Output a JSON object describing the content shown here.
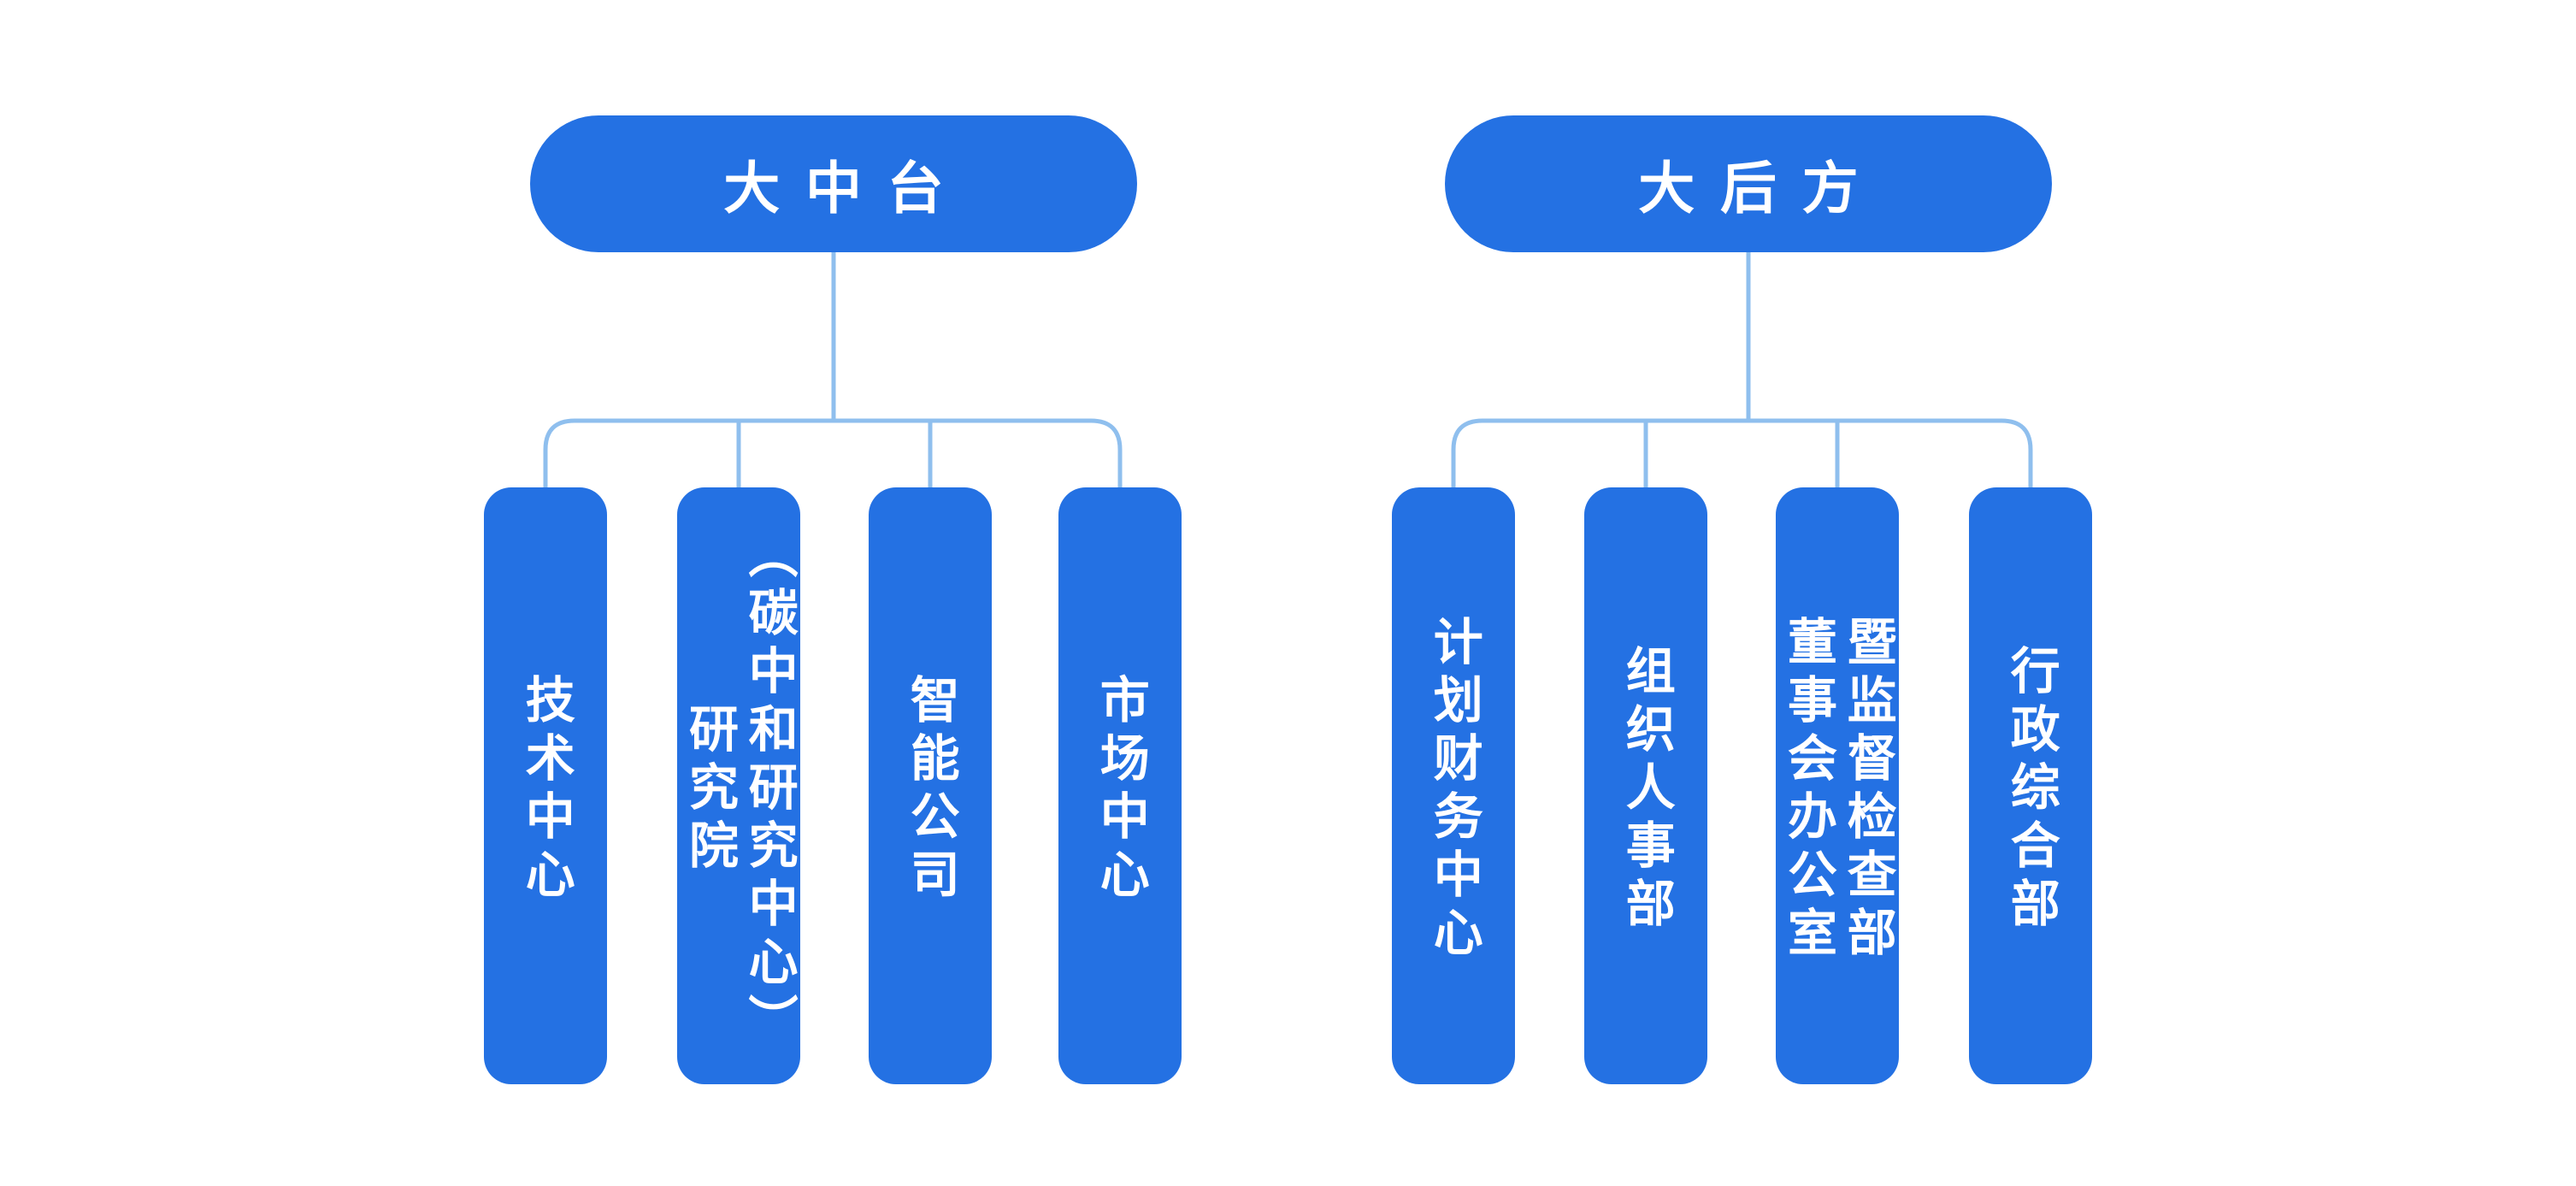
{
  "colors": {
    "node-blue": "#2471e3",
    "connector-blue": "#8fbfee",
    "text-white": "#ffffff",
    "bg": "#ffffff"
  },
  "diagram": {
    "type": "org-chart",
    "groups": [
      {
        "title": "大中台",
        "children": [
          {
            "label": "技术中心",
            "lines": [
              "技术中心"
            ]
          },
          {
            "label": "研究院（碳中和研究中心）",
            "lines": [
              "研究院",
              "（碳中和研究中心）"
            ]
          },
          {
            "label": "智能公司",
            "lines": [
              "智能公司"
            ]
          },
          {
            "label": "市场中心",
            "lines": [
              "市场中心"
            ]
          }
        ]
      },
      {
        "title": "大后方",
        "children": [
          {
            "label": "计划财务中心",
            "lines": [
              "计划财务中心"
            ]
          },
          {
            "label": "组织人事部",
            "lines": [
              "组织人事部"
            ]
          },
          {
            "label": "董事会办公室暨监督检查部",
            "lines": [
              "董事会办公室",
              "暨监督检查部"
            ]
          },
          {
            "label": "行政综合部",
            "lines": [
              "行政综合部"
            ]
          }
        ]
      }
    ]
  }
}
